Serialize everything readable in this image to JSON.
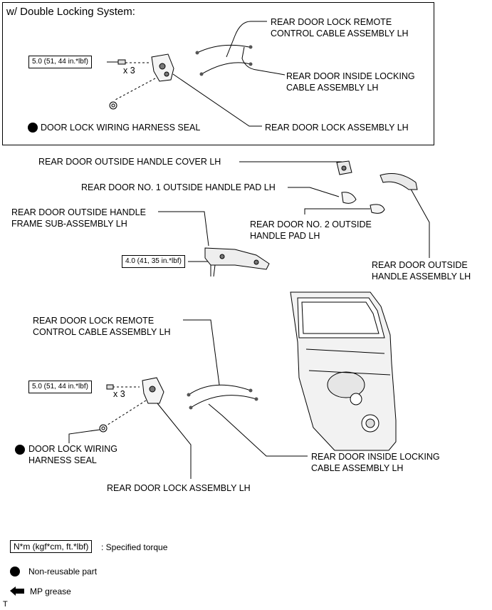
{
  "top_panel": {
    "title": "w/ Double Locking System:",
    "remote_cable": [
      "REAR DOOR LOCK REMOTE",
      "CONTROL CABLE ASSEMBLY LH"
    ],
    "inside_cable": [
      "REAR DOOR INSIDE LOCKING",
      "CABLE ASSEMBLY LH"
    ],
    "lock_assembly": "REAR DOOR LOCK ASSEMBLY LH",
    "harness_seal": "DOOR LOCK WIRING HARNESS SEAL",
    "torque": "5.0 (51, 44 in.*lbf)",
    "qty": "x 3"
  },
  "handle_section": {
    "cover": "REAR DOOR OUTSIDE HANDLE COVER LH",
    "pad1": "REAR DOOR NO. 1 OUTSIDE HANDLE PAD LH",
    "frame": [
      "REAR DOOR OUTSIDE HANDLE",
      "FRAME SUB-ASSEMBLY LH"
    ],
    "pad2": [
      "REAR DOOR NO. 2 OUTSIDE",
      "HANDLE PAD LH"
    ],
    "handle_assembly": [
      "REAR DOOR OUTSIDE",
      "HANDLE ASSEMBLY LH"
    ],
    "torque": "4.0 (41, 35 in.*lbf)"
  },
  "lower_section": {
    "remote_cable": [
      "REAR DOOR LOCK REMOTE",
      "CONTROL CABLE ASSEMBLY LH"
    ],
    "inside_cable": [
      "REAR DOOR INSIDE LOCKING",
      "CABLE ASSEMBLY LH"
    ],
    "lock_assembly": "REAR DOOR LOCK ASSEMBLY LH",
    "harness_seal": [
      "DOOR LOCK WIRING",
      "HARNESS SEAL"
    ],
    "torque": "5.0 (51, 44 in.*lbf)",
    "qty": "x 3"
  },
  "legend": {
    "torque_unit": "N*m (kgf*cm, ft.*lbf)",
    "torque_text": ": Specified torque",
    "non_reusable": "Non-reusable part",
    "grease": "MP grease"
  },
  "footer_mark": "T"
}
